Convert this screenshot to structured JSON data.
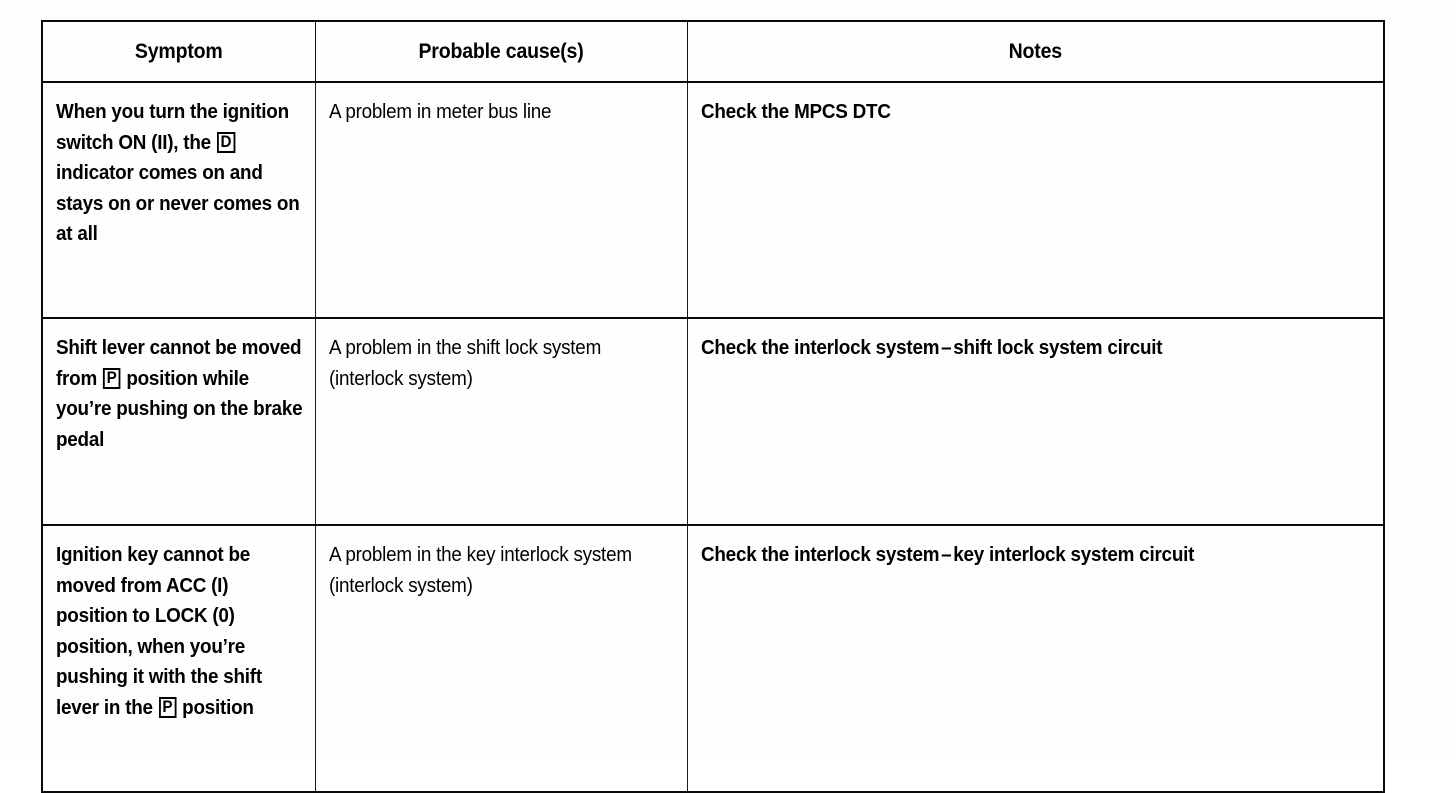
{
  "table": {
    "name": "troubleshooting-symptom-chart",
    "columns": [
      {
        "key": "symptom",
        "label": "Symptom"
      },
      {
        "key": "cause",
        "label": "Probable cause(s)"
      },
      {
        "key": "notes",
        "label": "Notes"
      }
    ],
    "rows": [
      {
        "symptom_pre": "When you turn the ignition switch ON (II), the ",
        "symptom_glyph": "D",
        "symptom_post": " indicator comes on and stays on or never comes on at all",
        "symptom_plain": "When you turn the ignition switch ON (II), the D indicator comes on and stays on or never comes on at all",
        "cause": "A problem in meter bus line",
        "notes_text": "Check the MPCS DTC",
        "notes_has_dash": false,
        "notes_lead": "Check the MPCS DTC",
        "notes_tail": ""
      },
      {
        "symptom_pre": "Shift lever cannot be moved from ",
        "symptom_glyph": "P",
        "symptom_post": " position while you’re pushing on the brake pedal",
        "symptom_plain": "Shift lever cannot be moved from P position while you’re pushing on the brake pedal",
        "cause": "A problem in the shift lock system (interlock system)",
        "notes_text": "Check the interlock system – shift lock system circuit",
        "notes_has_dash": true,
        "notes_lead": "Check the interlock system",
        "notes_tail": "shift lock system circuit"
      },
      {
        "symptom_pre": "Ignition key cannot be moved from ACC (I) position to LOCK (0) position, when you’re pushing it with the shift lever in the ",
        "symptom_glyph": "P",
        "symptom_post": " position",
        "symptom_plain": "Ignition key cannot be moved from ACC (I) position to LOCK (0) position, when you’re pushing it with the shift lever in the P position",
        "cause": "A problem in the key interlock system (interlock system)",
        "notes_text": "Check the interlock system – key interlock system circuit",
        "notes_has_dash": true,
        "notes_lead": "Check the interlock system",
        "notes_tail": "key interlock system circuit"
      }
    ]
  },
  "symbols": {
    "endash": "–"
  },
  "colors": {
    "ink": "#000000",
    "rule": "#0a0a0a",
    "page": "#fefefe"
  }
}
